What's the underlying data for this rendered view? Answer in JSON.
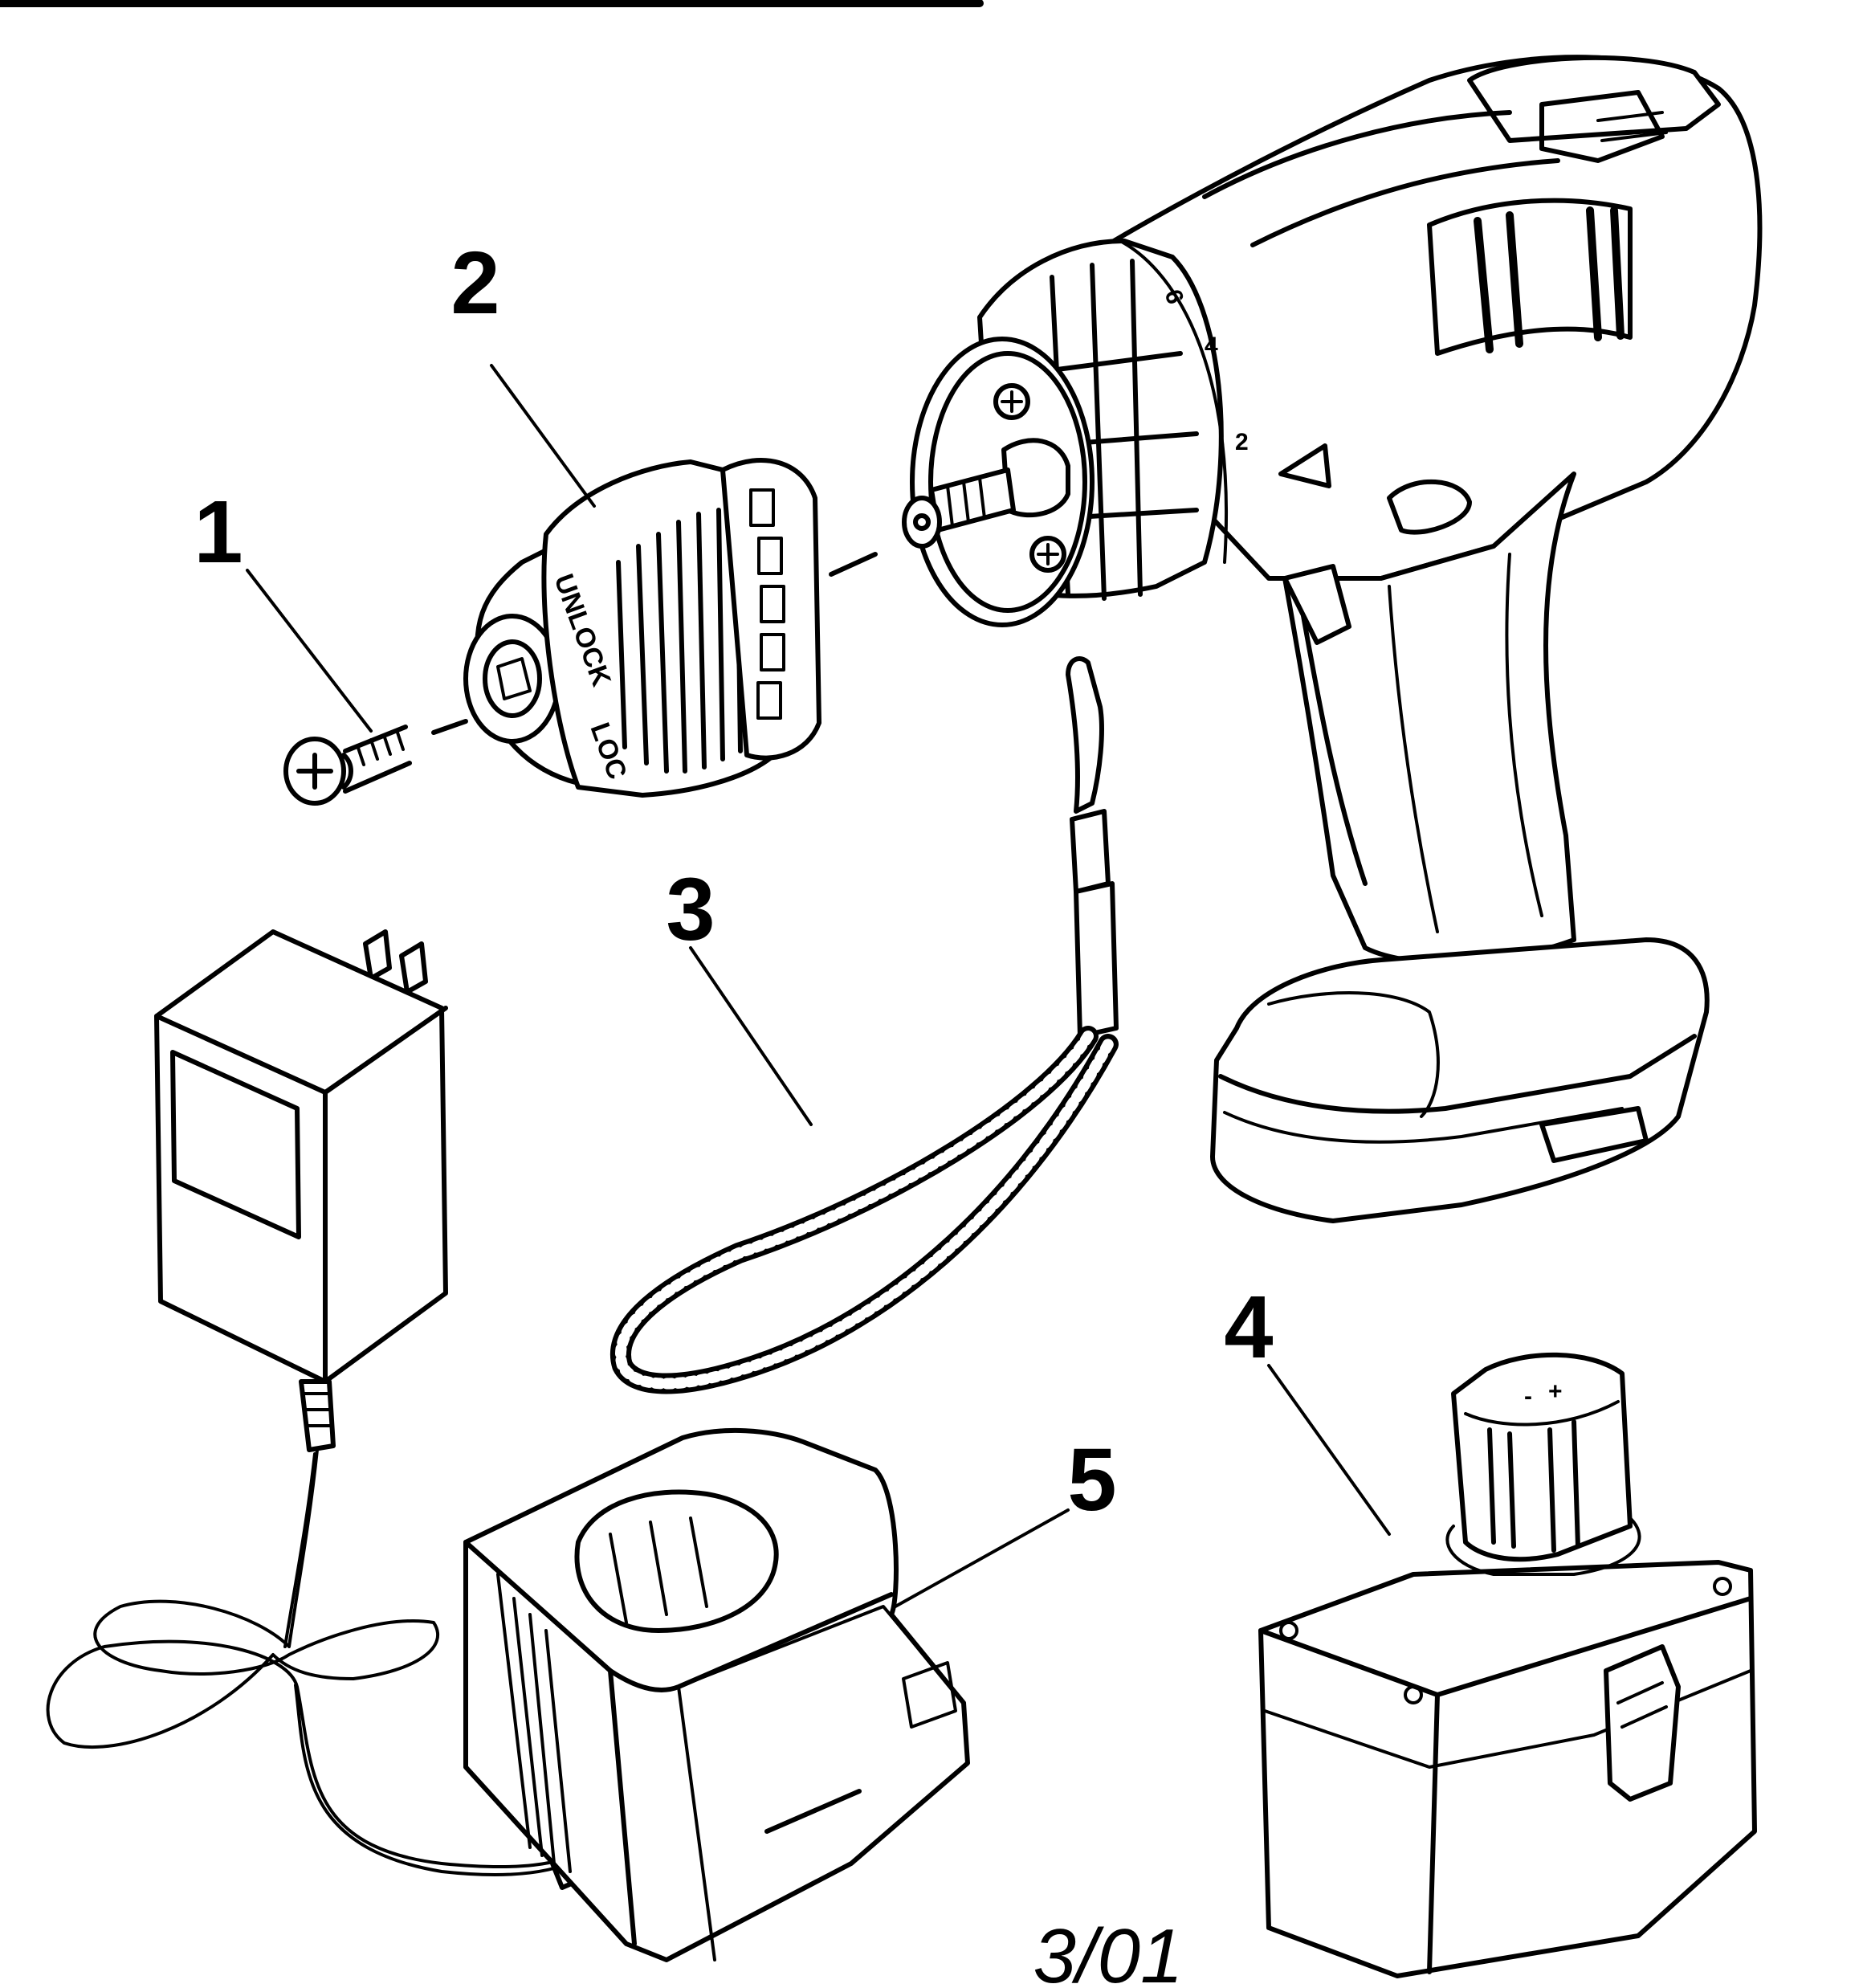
{
  "callouts": {
    "screw": "1",
    "chuck": "2",
    "wrist_strap": "3",
    "battery_pack": "4",
    "charger_base": "5"
  },
  "chuck_markings": {
    "unlock": "UNLOCK",
    "lock": "LOC"
  },
  "clutch_numbers": [
    "6",
    "4",
    "2"
  ],
  "battery_terminal_marks": [
    "-",
    "+"
  ],
  "footer_date": "3/01"
}
